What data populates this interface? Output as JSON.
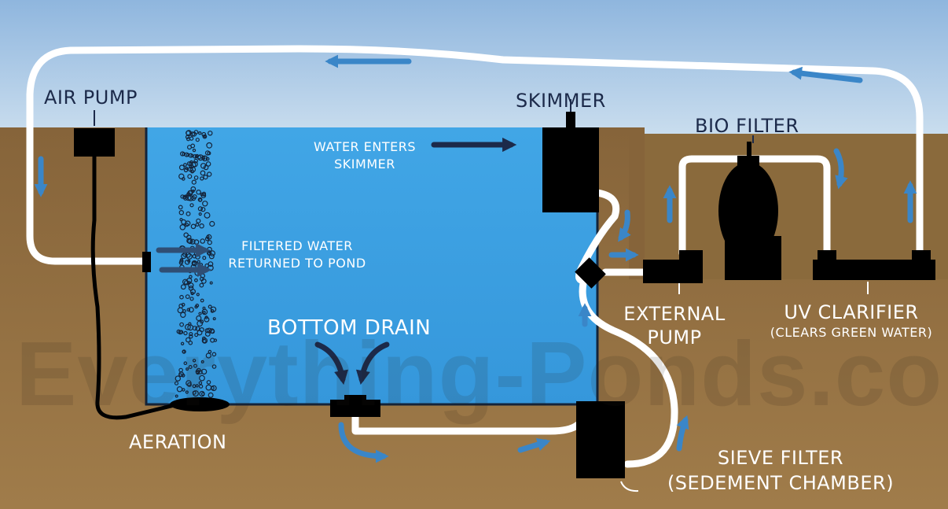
{
  "colors": {
    "sky_top": "#8fb6de",
    "sky_bottom": "#c9ddee",
    "soil_top": "#86643a",
    "soil_bottom": "#a07c4a",
    "water": "#3da1e3",
    "pipe": "#ffffff",
    "equipment": "#000000",
    "flow_arrow": "#3a86c8",
    "label_dark": "#1c2a4a",
    "label_light": "#ffffff"
  },
  "labels": {
    "air_pump": "AIR PUMP",
    "skimmer": "SKIMMER",
    "bio_filter": "BIO FILTER",
    "water_enters_line1": "WATER ENTERS",
    "water_enters_line2": "SKIMMER",
    "filtered_line1": "FILTERED WATER",
    "filtered_line2": "RETURNED TO POND",
    "bottom_drain": "BOTTOM DRAIN",
    "aeration": "AERATION",
    "external_pump_line1": "EXTERNAL",
    "external_pump_line2": "PUMP",
    "uv_clarifier": "UV CLARIFIER",
    "uv_note": "(CLEARS GREEN WATER)",
    "sieve_line1": "SIEVE FILTER",
    "sieve_line2": "(SEDEMENT CHAMBER)"
  },
  "watermark": "Everything-Ponds.com",
  "icons": {
    "air_pump": "black-box",
    "skimmer": "black-box",
    "bio_filter": "canister-filter",
    "external_pump": "pump",
    "uv_clarifier": "uv-tube",
    "sieve_filter": "black-box",
    "bottom_drain": "drain-fitting",
    "airstone": "air-diffuser",
    "flow": "arrow"
  }
}
